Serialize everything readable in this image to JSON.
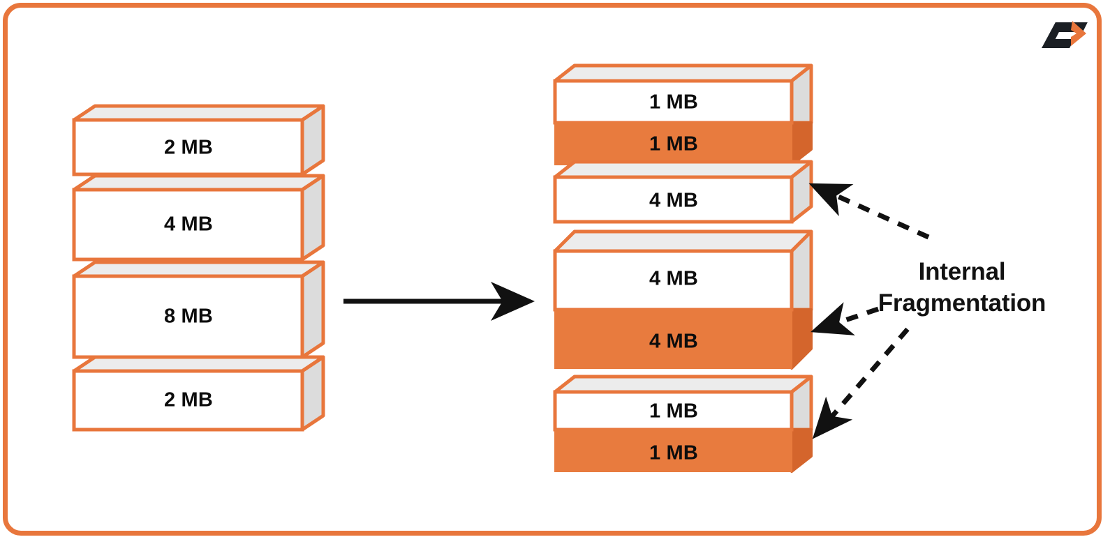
{
  "meta": {
    "title": "Internal Fragmentation Diagram",
    "logo_icon": "f-chevron-logo-icon",
    "logo_letter": "F"
  },
  "colors": {
    "orange_border": "#E8763C",
    "orange_fill": "#E87B3E",
    "orange_side_dark": "#D4652C",
    "top_face": "#ECECEC",
    "side_face": "#DCDCDC",
    "text": "#0d0d0d",
    "arrow": "#111111",
    "frame": "#E8763C"
  },
  "left_stack": {
    "name": "process-sizes-stack",
    "blocks": [
      {
        "label": "2 MB",
        "size_mb": 2,
        "height": 84
      },
      {
        "label": "4 MB",
        "size_mb": 4,
        "height": 112
      },
      {
        "label": "8 MB",
        "size_mb": 8,
        "height": 130
      },
      {
        "label": "2 MB",
        "size_mb": 2,
        "height": 100
      }
    ]
  },
  "right_stack": {
    "name": "memory-partitions-stack",
    "blocks": [
      {
        "used_label": "1 MB",
        "free_label": "1 MB",
        "used_mb": 1,
        "wasted_mb": 1,
        "has_fragmentation": true
      },
      {
        "used_label": "4 MB",
        "free_label": null,
        "used_mb": 4,
        "wasted_mb": 0,
        "has_fragmentation": false
      },
      {
        "used_label": "4 MB",
        "free_label": "4 MB",
        "used_mb": 4,
        "wasted_mb": 4,
        "has_fragmentation": true
      },
      {
        "used_label": "1 MB",
        "free_label": "1 MB",
        "used_mb": 1,
        "wasted_mb": 1,
        "has_fragmentation": true
      }
    ]
  },
  "annotations": {
    "fragmentation_label_line1": "Internal",
    "fragmentation_label_line2": "Fragmentation",
    "transform_arrow": "right-arrow-icon",
    "callout_arrows": [
      "fragmentation-arrow-top",
      "fragmentation-arrow-middle",
      "fragmentation-arrow-bottom"
    ]
  }
}
